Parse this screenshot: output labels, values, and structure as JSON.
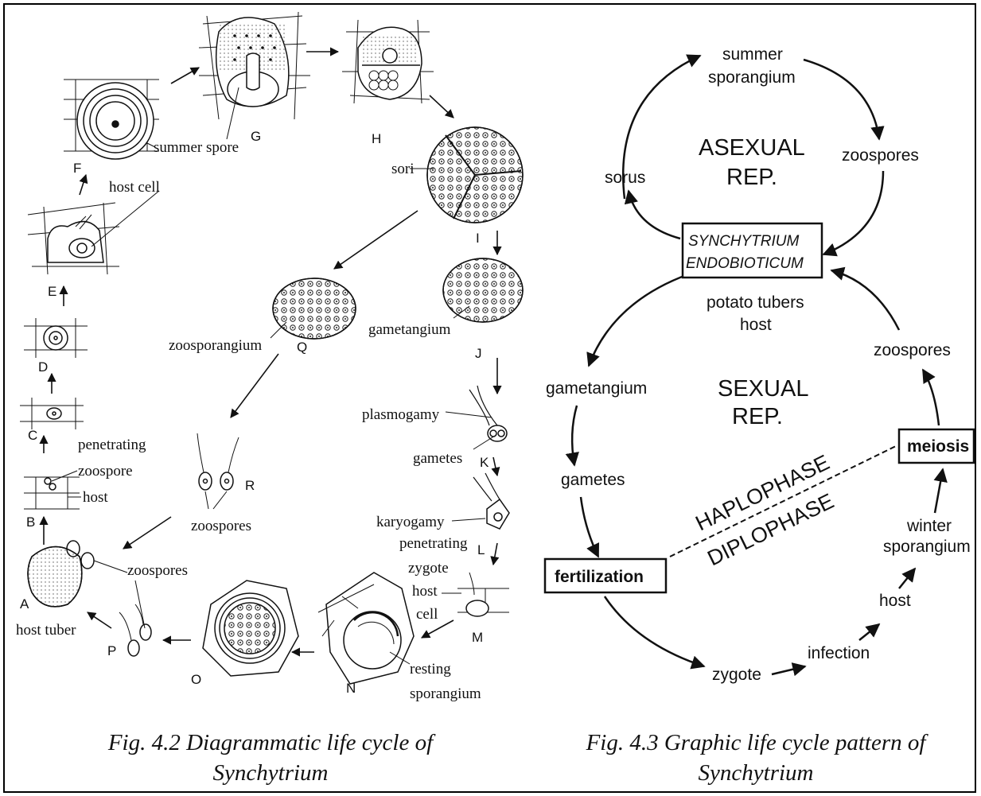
{
  "fig42": {
    "labels": {
      "summer_spore": "summer spore",
      "host_cell": "host cell",
      "sori": "sori",
      "zoosporangium": "zoosporangium",
      "gametangium": "gametangium",
      "plasmogamy": "plasmogamy",
      "gametes": "gametes",
      "karyogamy": "karyogamy",
      "penetrating_l": "penetrating",
      "zygote": "zygote",
      "host_m": "host",
      "cell_m": "cell",
      "resting": "resting",
      "sporangium": "sporangium",
      "zoospores_r": "zoospores",
      "zoospores_p": "zoospores",
      "host_tuber": "host tuber",
      "penetrating_b": "penetrating",
      "zoospore_b": "zoospore",
      "host_b": "host"
    },
    "letters": {
      "A": "A",
      "B": "B",
      "C": "C",
      "D": "D",
      "E": "E",
      "F": "F",
      "G": "G",
      "H": "H",
      "I": "I",
      "J": "J",
      "K": "K",
      "L": "L",
      "M": "M",
      "N": "N",
      "O": "O",
      "P": "P",
      "Q": "Q",
      "R": "R"
    },
    "caption_line1": "Fig. 4.2 Diagrammatic life cycle of",
    "caption_line2": "Synchytrium"
  },
  "fig43": {
    "summer": "summer",
    "sporangium": "sporangium",
    "asexual": "ASEXUAL",
    "rep1": "REP.",
    "sorus": "sorus",
    "zoospores_top": "zoospores",
    "center_line1": "SYNCHYTRIUM",
    "center_line2": "ENDOBIOTICUM",
    "potato_tubers": "potato tubers",
    "host_center": "host",
    "zoospores_right": "zoospores",
    "gametangium": "gametangium",
    "sexual": "SEXUAL",
    "rep2": "REP.",
    "meiosis": "meiosis",
    "gametes": "gametes",
    "haplophase": "HAPLOPHASE",
    "diplophase": "DIPLOPHASE",
    "fertilization": "fertilization",
    "winter": "winter",
    "winter_sporangium": "sporangium",
    "host_right": "host",
    "infection": "infection",
    "zygote": "zygote",
    "caption_line1": "Fig. 4.3 Graphic life cycle pattern of",
    "caption_line2": "Synchytrium"
  }
}
